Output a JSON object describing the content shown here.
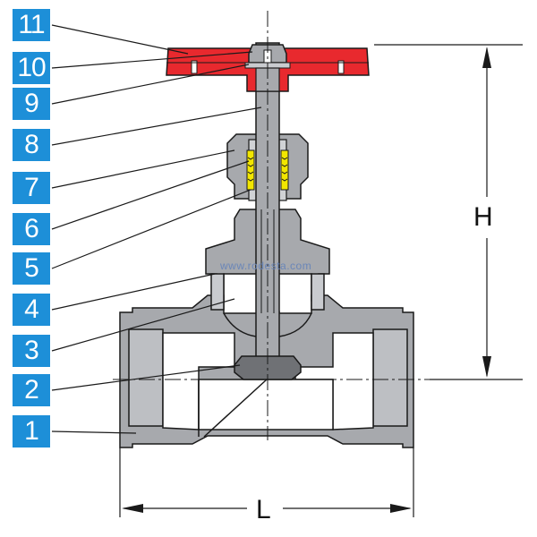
{
  "callouts": [
    {
      "number": "11",
      "part": "handwheel"
    },
    {
      "number": "10",
      "part": "handwheel-nut"
    },
    {
      "number": "9",
      "part": "washer"
    },
    {
      "number": "8",
      "part": "stem"
    },
    {
      "number": "7",
      "part": "gland-nut"
    },
    {
      "number": "6",
      "part": "packing"
    },
    {
      "number": "5",
      "part": "bonnet"
    },
    {
      "number": "4",
      "part": "bonnet-ring"
    },
    {
      "number": "3",
      "part": "bonnet-body"
    },
    {
      "number": "2",
      "part": "disc"
    },
    {
      "number": "1",
      "part": "body"
    }
  ],
  "dimensions": {
    "height_label": "H",
    "length_label": "L"
  },
  "watermark": "www.rodesta.com",
  "colors": {
    "badge": "#1d8fd8",
    "handwheel": "#e8292e",
    "metal": "#a7a9ad",
    "packing": "#f2e600",
    "outline": "#1a1a1a"
  }
}
